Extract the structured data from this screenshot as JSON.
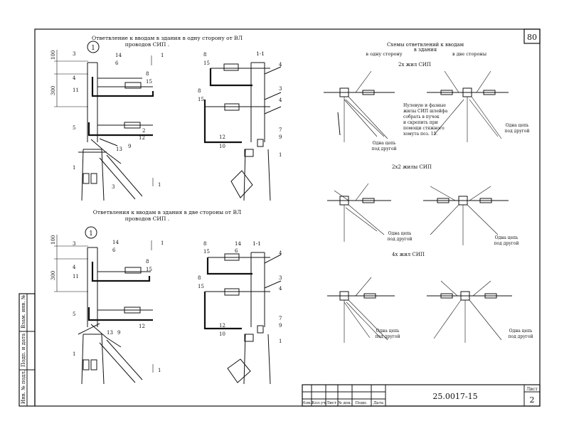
{
  "sheet": {
    "top_right_number": "80",
    "doc_code": "25.0017-15",
    "sheet_label": "Лист",
    "sheet_number": "2"
  },
  "stamp_columns": [
    "Изм.",
    "Кол.уч",
    "Лист",
    "№ док.",
    "Подп.",
    "Дата"
  ],
  "side_stamp": [
    "Взам. инв. №",
    "Подп. и дата",
    "Инв. № подл."
  ],
  "left_top": {
    "title_line1": "Ответвление к вводам в здания в одну сторону от ВЛ",
    "title_line2": "проводов СИП .",
    "circle_label": "1",
    "dim_100": "100",
    "dim_300": "300",
    "section_mark": "1",
    "callouts_left": [
      "3",
      "4",
      "11",
      "5",
      "1"
    ],
    "callouts_right": [
      "14",
      "6",
      "8",
      "15",
      "2",
      "12",
      "9",
      "13",
      "3"
    ]
  },
  "left_bottom": {
    "title_line1": "Ответвления к вводам в здания в две стороны от ВЛ",
    "title_line2": "проводов СИП .",
    "circle_label": "1",
    "dim_100": "100",
    "dim_300": "300",
    "section_mark": "1",
    "callouts_left": [
      "3",
      "4",
      "11",
      "5",
      "1"
    ],
    "callouts_right": [
      "14",
      "6",
      "8",
      "15",
      "12",
      "9",
      "13"
    ]
  },
  "middle_top": {
    "section_label": "1-1",
    "callouts": [
      "8",
      "15",
      "4",
      "8",
      "15",
      "3",
      "4",
      "12",
      "10",
      "7",
      "9",
      "1"
    ]
  },
  "middle_bottom": {
    "section_label": "1-1",
    "callouts": [
      "8",
      "15",
      "14",
      "6",
      "4",
      "8",
      "15",
      "3",
      "4",
      "12",
      "10",
      "7",
      "9",
      "1"
    ]
  },
  "schemes": {
    "title_line1": "Схемы ответвлений к вводам",
    "title_line2": "в здания",
    "col_left": "в одну сторону",
    "col_right": "в две стороны",
    "row1_title": "2х жил СИП",
    "row2_title": "2х2 жилы СИП",
    "row3_title": "4х жил СИП",
    "note_lines": [
      "Нулевую и фазные",
      "жилы СИП шлейфа",
      "собрать в пучок",
      "и скрепить при",
      "помощи стяжного",
      "хомута поз. 15."
    ],
    "chain_line1": "Одна цепь",
    "chain_line2": "под другой"
  }
}
